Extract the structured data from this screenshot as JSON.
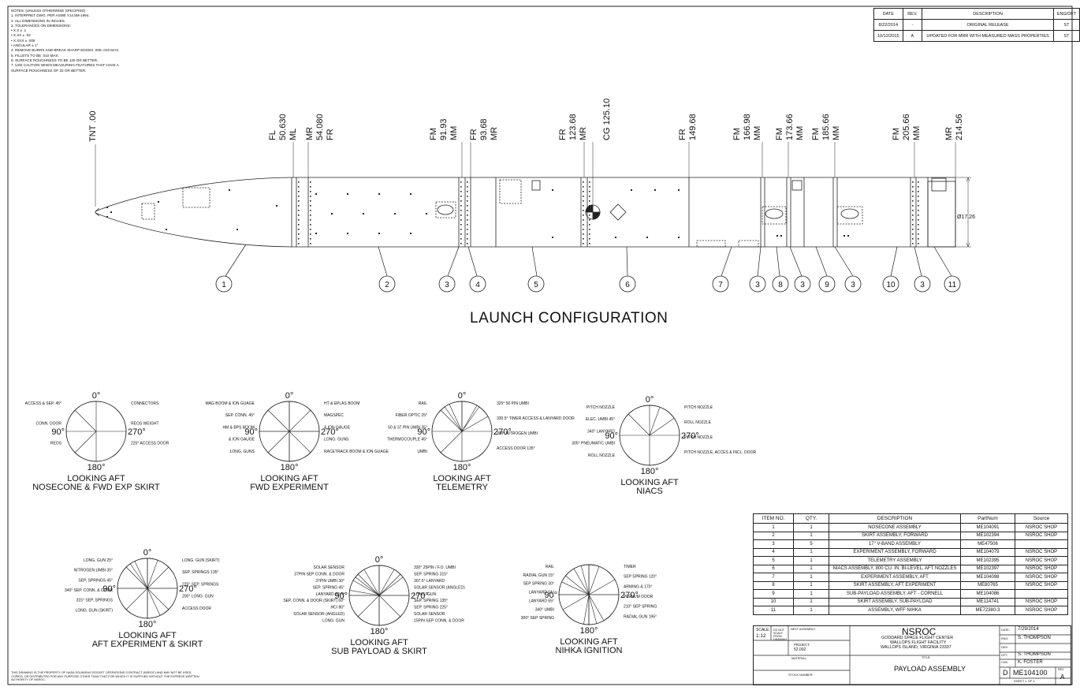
{
  "notes": [
    "NOTES: (UNLESS OTHERWISE SPECIFIED)",
    "1.  INTERPRET DWG. PER ASME Y14.5M-1994.",
    "2.  ALL DIMENSIONS IN INCHES.",
    "3.  TOLERANCES ON DIMENSIONS:",
    "     •  X.X ± .1",
    "     •  X.XX ± .02",
    "     •  X.XXX ± .005",
    "     •  ANGULAR ± 1°",
    "4.  REMOVE BURRS AND BREAK SHARP EDGES .005-.010 MAX.",
    "5.  FILLETS TO BE .010 MAX.",
    "6.  SURFACE ROUGHNESS TO BE 125 OR BETTER.",
    "7.  USE CAUTION WHEN MEASURING FEATURES THAT HAVE A",
    "     SURFACE ROUGHNESS OF 32 OR BETTER."
  ],
  "revision_table": {
    "headers": [
      "DATE",
      "REV.",
      "DESCRIPTION",
      "ENG/DFT"
    ],
    "rows": [
      [
        "8/22/2014",
        "-",
        "ORIGINAL RELEASE",
        "ST"
      ],
      [
        "10/12/2015",
        "A",
        "UPDATED FOR MRR WITH MEASURED MASS PROPERTIES",
        "ST"
      ]
    ]
  },
  "stations": [
    {
      "line1": "TNT .00"
    },
    {
      "line1": "FL",
      "line2": "50.630",
      "line3": "ML"
    },
    {
      "line1": "MR",
      "line2": "54.080",
      "line3": "FR"
    },
    {
      "line1": "FM",
      "line2": "91.93",
      "line3": "MM"
    },
    {
      "line1": "FR",
      "line2": "93.68",
      "line3": "MR"
    },
    {
      "line1": "FR",
      "line2": "123.68",
      "line3": "MR"
    },
    {
      "line1": "CG 125.10"
    },
    {
      "line1": "FR",
      "line2": "149.68"
    },
    {
      "line1": "FM",
      "line2": "166.98",
      "line3": "MM"
    },
    {
      "line1": "FM",
      "line2": "173.66",
      "line3": "MM"
    },
    {
      "line1": "FM",
      "line2": "185.66",
      "line3": "MM"
    },
    {
      "line1": "FM",
      "line2": "205.66",
      "line3": "MM"
    },
    {
      "line1": "MR",
      "line2": "214.56"
    }
  ],
  "diameter_label": "Ø17.26",
  "balloons": [
    "1",
    "2",
    "3",
    "4",
    "5",
    "6",
    "7",
    "3",
    "8",
    "3",
    "9",
    "3",
    "10",
    "3",
    "11"
  ],
  "launch_title": "LAUNCH CONFIGURATION",
  "views": [
    {
      "title1": "LOOKING AFT",
      "title2": "NOSECONE & FWD EXP SKIRT",
      "deg0": "0°",
      "deg90": "90°",
      "deg180": "180°",
      "deg270": "270°",
      "labels": [
        "ACCESS & SEP. 45°",
        "CONN. DOOR",
        "REOS",
        "CONNECTORS",
        "REOS WEIGHT",
        "225° ACCESS DOOR"
      ]
    },
    {
      "title1": "LOOKING AFT",
      "title2": "FWD EXPERIMENT",
      "deg0": "0°",
      "deg90": "90°",
      "deg180": "180°",
      "deg270": "270°",
      "labels": [
        "MAG BOOM & ION GUAGE",
        "SEP. CONN. 45°",
        "HM & BPS BOOM",
        "& ION GAUGE",
        "LONG. GUNS",
        "HT & EPLAS BOOM",
        "MAGSPEC",
        "& ION GAUGE",
        "LONG. GUNS",
        "RACETRACK BOOM & ION GUAGE"
      ]
    },
    {
      "title1": "LOOKING AFT",
      "title2": "TELEMETRY",
      "deg0": "0°",
      "deg90": "90°",
      "deg180": "180°",
      "deg270": "270°",
      "labels": [
        "RAIL",
        "FIBER OPTIC 25°",
        "50 & 37 PIN UMBI 35°",
        "THERMOCOUPLE 45°",
        "UMBI",
        "325° 50 PIN UMBI",
        "330.5° TIMER ACCESS & LANYARD DOOR",
        "300° NITROGEN UMBI",
        "ACCESS DOOR 135°"
      ]
    },
    {
      "title1": "LOOKING AFT",
      "title2": "NIACS",
      "deg0": "0°",
      "deg90": "90°",
      "deg180": "180°",
      "deg270": "270°",
      "labels": [
        "PITCH NOZZLE",
        "ELEC. UMBI 45°",
        "340° LANYARD",
        "305° PNEUMATIC UMBI",
        "ROLL NOZZLE",
        "PITCH NOZZLE",
        "ROLL NOZZLE",
        "PITCH NOZZLE",
        "PITCH NOZZLE, ACCES & INCL. DOOR"
      ]
    },
    {
      "title1": "LOOKING AFT",
      "title2": "AFT EXPERIMENT & SKIRT",
      "deg0": "0°",
      "deg90": "90°",
      "deg180": "180°",
      "deg270": "270°",
      "labels": [
        "LONG. GUN 25°",
        "NITROGEN UMBI 35°",
        "SEP. SPRINGS 45°",
        "340° SEP. CONN. & DOOR",
        "315° SEP. SPRINGS",
        "LONG. GUN (SKIRT)",
        "LONG. GUN (SKIRT)",
        "SEP. SPRINGS 135°",
        "225° SEP. SPRINGS",
        "205° LONG. GUN",
        "ACCESS DOOR"
      ]
    },
    {
      "title1": "LOOKING AFT",
      "title2": "SUB PAYLOAD & SKIRT",
      "deg0": "0°",
      "deg90": "90°",
      "deg180": "180°",
      "deg270": "270°",
      "labels": [
        "SOLAR SENSOR",
        "37PIN SEP CONN. & DOOR",
        "37PIN UMBI 30°",
        "SEP. SPRING 45°",
        "LANYARD 52.5°",
        "SEP. CONN. & DOOR (SKIRT) 60°",
        "HCI 80°",
        "SOLAR SENSOR (ANGLED)",
        "LONG. GUN",
        "330° 25PIN / F.O. UMBI",
        "SEP. SPRING 315°",
        "307.5° LANYARD",
        "SOLAR SENSOR (ANGLED)",
        "LONG. GUN",
        "SEP. SPRING 135°",
        "SEP. SPRING 225°",
        "SOLAR SENSOR",
        "15PIN SEP CONN. & DOOR"
      ]
    },
    {
      "title1": "LOOKING AFT",
      "title2": "NIHKA IGNITION",
      "deg0": "",
      "deg90": "90°",
      "deg180": "180°",
      "deg270": "270°",
      "labels": [
        "RAIL",
        "RADIAL GUN 15°",
        "SEP SPRING 30°",
        "LANYARD 51°",
        "LANYARD 65°",
        "340° UMBI",
        "300° SEP SPRING",
        "TIMER",
        "SEP SPRING 120°",
        "ARMING & 170°",
        "PLENUM DOOR",
        "210° SEP SPRING",
        "RADIAL GUN 195°"
      ]
    }
  ],
  "bom": {
    "headers": [
      "ITEM NO.",
      "QTY.",
      "DESCRIPTION",
      "PartNum",
      "Source"
    ],
    "rows": [
      [
        "1",
        "1",
        "NOSECONE ASSEMBLY",
        "ME104091",
        "NSROC SHOP"
      ],
      [
        "2",
        "1",
        "SKIRT ASSEMBLY, FORWARD",
        "ME102394",
        "NSROC SHOP"
      ],
      [
        "3",
        "5",
        "17\" V-BAND ASSEMBLY",
        "ME47506",
        ""
      ],
      [
        "4",
        "1",
        "EXPERIMENT ASSEMBLY, FORWARD",
        "ME104079",
        "NSROC SHOP"
      ],
      [
        "5",
        "1",
        "TELEMETRY ASSEMBLY",
        "ME102395",
        "NSROC SHOP"
      ],
      [
        "6",
        "1",
        "NIACS ASSEMBLY, 800 CU. IN. BI-LEVEL, AFT NOZZLES",
        "ME102397",
        "NSROC SHOP"
      ],
      [
        "7",
        "1",
        "EXPERIMENT ASSEMBLY, AFT",
        "ME104098",
        "NSROC SHOP"
      ],
      [
        "8",
        "1",
        "SKIRT ASSEMBLY, AFT EXPERIMENT",
        "ME80765",
        "NSROC SHOP"
      ],
      [
        "9",
        "1",
        "SUB-PAYLOAD ASSEMBLY, AFT - CORNELL",
        "ME104086",
        ""
      ],
      [
        "10",
        "1",
        "SKIRT ASSEMBLY, SUB-PAYLOAD",
        "ME114741",
        "NSROC SHOP"
      ],
      [
        "11",
        "1",
        "ASSEMBLY, WFF NIHKA",
        "ME72380-3",
        "NSROC SHOP"
      ]
    ]
  },
  "title_block": {
    "scale_label": "SCALE:",
    "scale": "1:12",
    "no_scale": "DO NOT SCALE FROM DRAWING",
    "next_assy": "NEXT ASSEMBLY:",
    "project_label": "PROJECT:",
    "project": "52.002",
    "material": "MATERIAL:",
    "stock": "STOCK NUMBER:",
    "org": "NSROC",
    "org2": "GODDARD SPACE FLIGHT CENTER",
    "org3": "WALLOPS FLIGHT FACILITY",
    "org4": "WALLOPS ISLAND, VIRGINIA 23337",
    "title_label": "TITLE:",
    "title": "PAYLOAD ASSEMBLY",
    "date_label": "DATE:",
    "date": "7/29/2014",
    "eng_label": "ENG:",
    "eng": "S. THOMPSON",
    "des_label": "DES:",
    "des": "",
    "dft_label": "DFT:",
    "dft": "S. THOMPSON",
    "chk_label": "CHK:",
    "chk": "K. FOSTER",
    "size": "D",
    "dwg_no": "ME104100",
    "rev_label": "REV.",
    "rev": "A",
    "sheet": "SHEET 1 OF 4"
  },
  "disclaimer": "THIS DRAWING IS THE PROPERTY OF NASA SOUNDING ROCKET OPERATIONS CONTRACT (NSROC) AND MAY NOT BE USED, COPIED, OR DISTRIBUTED FOR ANY PURPOSE OTHER THAN THAT FOR WHICH IT IS SUPPLIED WITHOUT THE EXPRESS WRITTEN AUTHORITY OF NSROC."
}
